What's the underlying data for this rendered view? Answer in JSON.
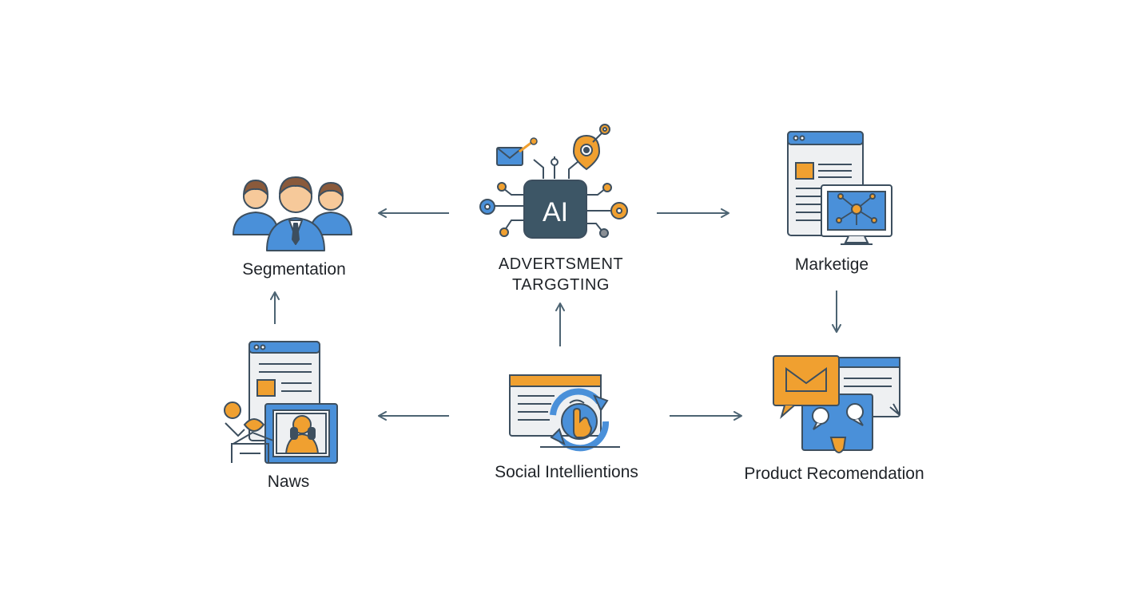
{
  "diagram": {
    "nodes": {
      "center": {
        "line1": "ADVERTSMENT",
        "line2": "TARGGTING",
        "chip_text": "AI"
      },
      "segmentation": {
        "label": "Segmentation"
      },
      "marketing": {
        "label": "Marketige"
      },
      "news": {
        "label": "Naws"
      },
      "social": {
        "label": "Social Intellientions"
      },
      "product": {
        "label": "Product Recomendation"
      }
    },
    "edges": [
      {
        "from": "center",
        "to": "segmentation"
      },
      {
        "from": "center",
        "to": "marketing"
      },
      {
        "from": "news",
        "to": "segmentation"
      },
      {
        "from": "social",
        "to": "center"
      },
      {
        "from": "marketing",
        "to": "product"
      },
      {
        "from": "social",
        "to": "news"
      },
      {
        "from": "social",
        "to": "product"
      }
    ]
  },
  "colors": {
    "blue": "#4a90d9",
    "orange": "#f0a030",
    "dark": "#3d4f5f",
    "skin": "#f6c99a",
    "hair": "#8a5a3b",
    "arrow": "#4d6473",
    "panel": "#eef0f2"
  },
  "icons": {
    "segmentation": "people-group-icon",
    "center": "ai-chip-icon",
    "marketing": "browser-monitor-icon",
    "news": "news-browser-icon",
    "social": "touch-cycle-icon",
    "product": "chat-recommendation-icon"
  }
}
